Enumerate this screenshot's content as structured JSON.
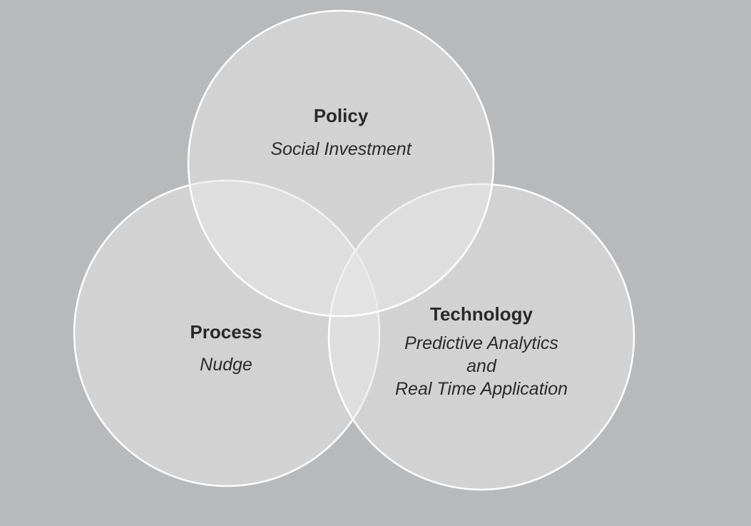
{
  "colors": {
    "background": "#b8b9bb",
    "circle_fill": "#e8e8e8",
    "circle_stroke": "#ffffff",
    "text": "#2a2a2a"
  },
  "circles": [
    {
      "id": "policy",
      "title": "Policy",
      "lines": [
        "Social Investment"
      ]
    },
    {
      "id": "process",
      "title": "Process",
      "lines": [
        "Nudge"
      ]
    },
    {
      "id": "technology",
      "title": "Technology",
      "lines": [
        "Predictive Analytics",
        "and",
        "Real Time Application"
      ]
    }
  ]
}
